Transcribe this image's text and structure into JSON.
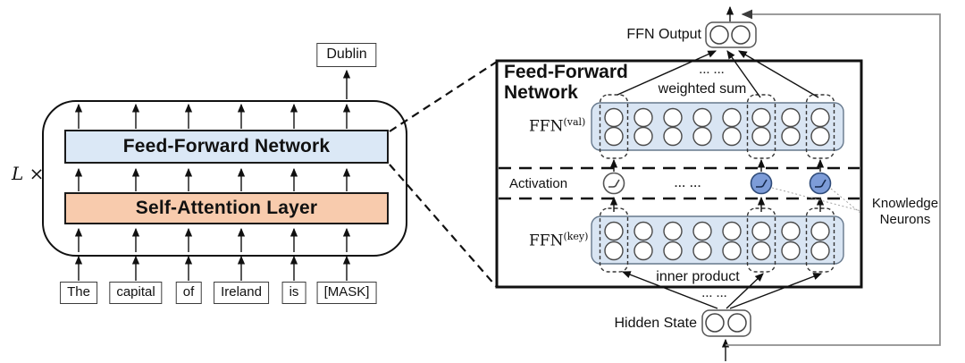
{
  "colors": {
    "ffn_layer_fill": "#dbe8f6",
    "attention_layer_fill": "#f8cbad",
    "ffn_panel_fill": "#d9e5f3",
    "knowledge_neuron_fill": "#7d9cd8",
    "loop_line": "#8f8f8f"
  },
  "left_panel": {
    "repeat_label": "L ×",
    "output_token": "Dublin",
    "ffn_layer_label": "Feed-Forward Network",
    "attention_layer_label": "Self-Attention Layer",
    "input_tokens": [
      "The",
      "capital",
      "of",
      "Ireland",
      "is",
      "[MASK]"
    ]
  },
  "right_panel": {
    "title_line1": "Feed-Forward",
    "title_line2": "Network",
    "ffn_output_label": "FFN Output",
    "dots_top": "... ...",
    "weighted_sum_label": "weighted sum",
    "ffn_val_label": {
      "base": "FFN",
      "sup": "(val)"
    },
    "activation_label": "Activation",
    "dots_activation": "... ...",
    "ffn_key_label": {
      "base": "FFN",
      "sup": "(key)"
    },
    "inner_product_label": "inner product",
    "dots_bottom": "... ...",
    "hidden_state_label": "Hidden State",
    "knowledge_neurons_line1": "Knowledge",
    "knowledge_neurons_line2": "Neurons",
    "neuron_grid": {
      "columns": 8,
      "rows": 2,
      "highlighted_columns": [
        1,
        6,
        8
      ]
    }
  }
}
